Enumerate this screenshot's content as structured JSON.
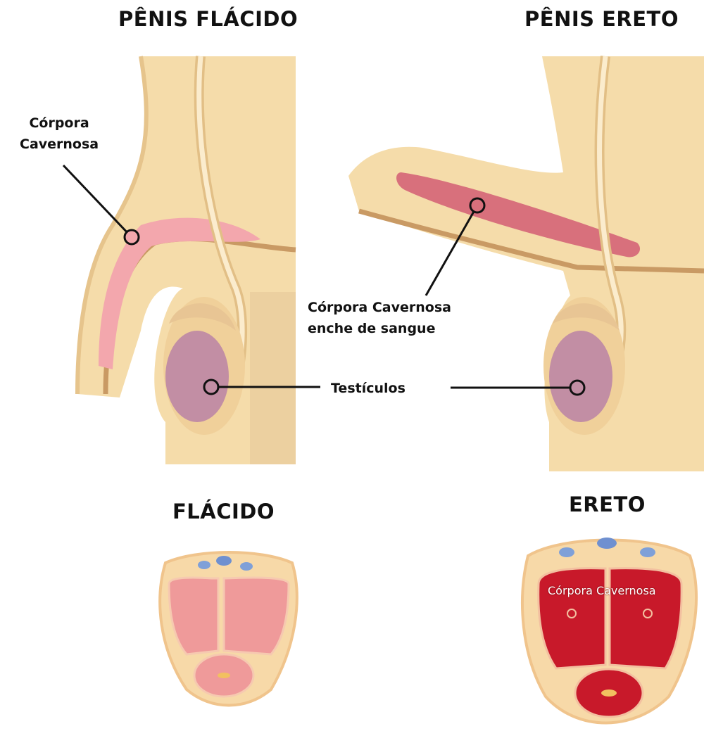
{
  "titles": {
    "flaccid_side": "PÊNIS FLÁCIDO",
    "erect_side": "PÊNIS ERETO",
    "flaccid_section": "FLÁCIDO",
    "erect_section": "ERETO"
  },
  "labels": {
    "corpora_line1": "Córpora",
    "corpora_line2": "Cavernosa",
    "erect_corpora_line1": "Córpora Cavernosa",
    "erect_corpora_line2": "enche de sangue",
    "testicles": "Testículos",
    "section_corpora": "Córpora Cavernosa"
  },
  "colors": {
    "skin": "#f5dcaa",
    "skin_dark": "#d9b27a",
    "corpora_flaccid": "#f3a7ad",
    "corpora_erect": "#d8707c",
    "testicle": "#c28ea4",
    "section_flaccid": "#ef9a9a",
    "section_erect": "#c8192a"
  }
}
